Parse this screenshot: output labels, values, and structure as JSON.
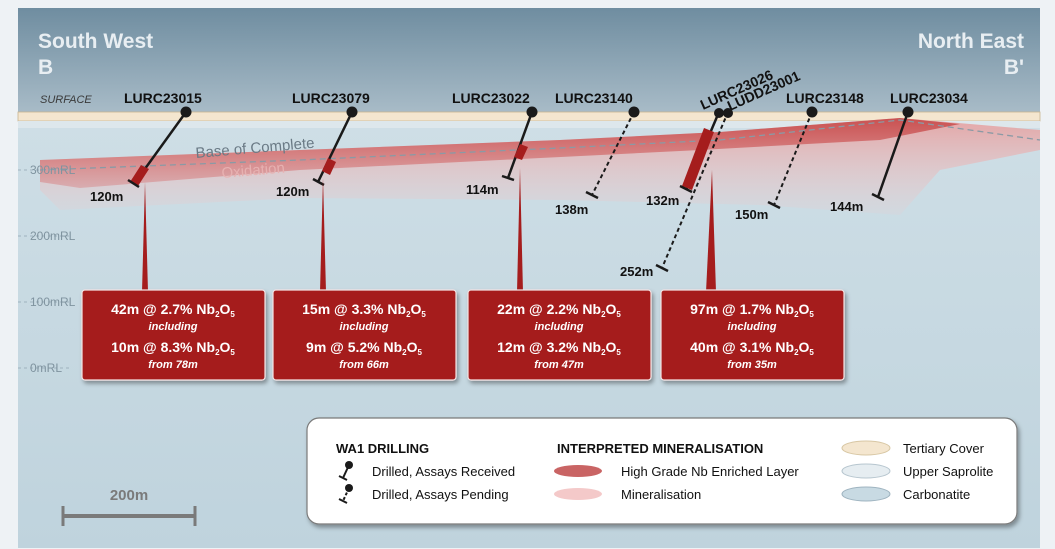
{
  "header": {
    "left_title": "South West",
    "left_letter": "B",
    "right_title": "North East",
    "right_letter": "B'",
    "surface_label": "SURFACE",
    "base_label": "Base of Complete",
    "base_label_faded": "Oxidation"
  },
  "elevations": [
    "300mRL",
    "200mRL",
    "100mRL",
    "0mRL"
  ],
  "holes": [
    {
      "id": "LURC23015",
      "depth": "120m",
      "status": "received"
    },
    {
      "id": "LURC23079",
      "depth": "120m",
      "status": "received"
    },
    {
      "id": "LURC23022",
      "depth": "114m",
      "status": "received"
    },
    {
      "id": "LURC23140",
      "depth": "138m",
      "status": "pending"
    },
    {
      "id": "LURC23026",
      "depth": "132m",
      "status": "received"
    },
    {
      "id": "LUDD23001",
      "depth": "252m",
      "status": "pending"
    },
    {
      "id": "LURC23148",
      "depth": "150m",
      "status": "pending"
    },
    {
      "id": "LURC23034",
      "depth": "144m",
      "status": "received"
    }
  ],
  "intercepts": [
    {
      "main": "42m @ 2.7% Nb",
      "main_sub": "2",
      "main_o": "O",
      "main_sub2": "5",
      "including": "including",
      "inner": "10m @ 8.3% Nb",
      "inner_sub": "2",
      "inner_o": "O",
      "inner_sub2": "5",
      "from": "from 78m"
    },
    {
      "main": "15m @ 3.3% Nb",
      "main_sub": "2",
      "main_o": "O",
      "main_sub2": "5",
      "including": "including",
      "inner": "9m @ 5.2% Nb",
      "inner_sub": "2",
      "inner_o": "O",
      "inner_sub2": "5",
      "from": "from 66m"
    },
    {
      "main": "22m @ 2.2% Nb",
      "main_sub": "2",
      "main_o": "O",
      "main_sub2": "5",
      "including": "including",
      "inner": "12m @ 3.2% Nb",
      "inner_sub": "2",
      "inner_o": "O",
      "inner_sub2": "5",
      "from": "from 47m"
    },
    {
      "main": "97m @ 1.7% Nb",
      "main_sub": "2",
      "main_o": "O",
      "main_sub2": "5",
      "including": "including",
      "inner": "40m @ 3.1% Nb",
      "inner_sub": "2",
      "inner_o": "O",
      "inner_sub2": "5",
      "from": "from 35m"
    }
  ],
  "legend": {
    "drilling_title": "WA1 DRILLING",
    "received": "Drilled, Assays Received",
    "pending": "Drilled, Assays Pending",
    "mineral_title": "INTERPRETED MINERALISATION",
    "high_grade": "High Grade Nb Enriched Layer",
    "mineralisation": "Mineralisation",
    "tertiary": "Tertiary Cover",
    "saprolite": "Upper Saprolite",
    "carbonatite": "Carbonatite"
  },
  "scale_bar": {
    "label": "200m"
  },
  "colors": {
    "sky": "#7e9aab",
    "carbonatite": "#c8dae3",
    "saprolite": "#dde7ec",
    "tertiary": "#f4e6cf",
    "high_grade": "#c94a4a",
    "mineralisation": "#f2c4c4",
    "callout": "#a51d1d",
    "hole": "#1a1a1a"
  }
}
